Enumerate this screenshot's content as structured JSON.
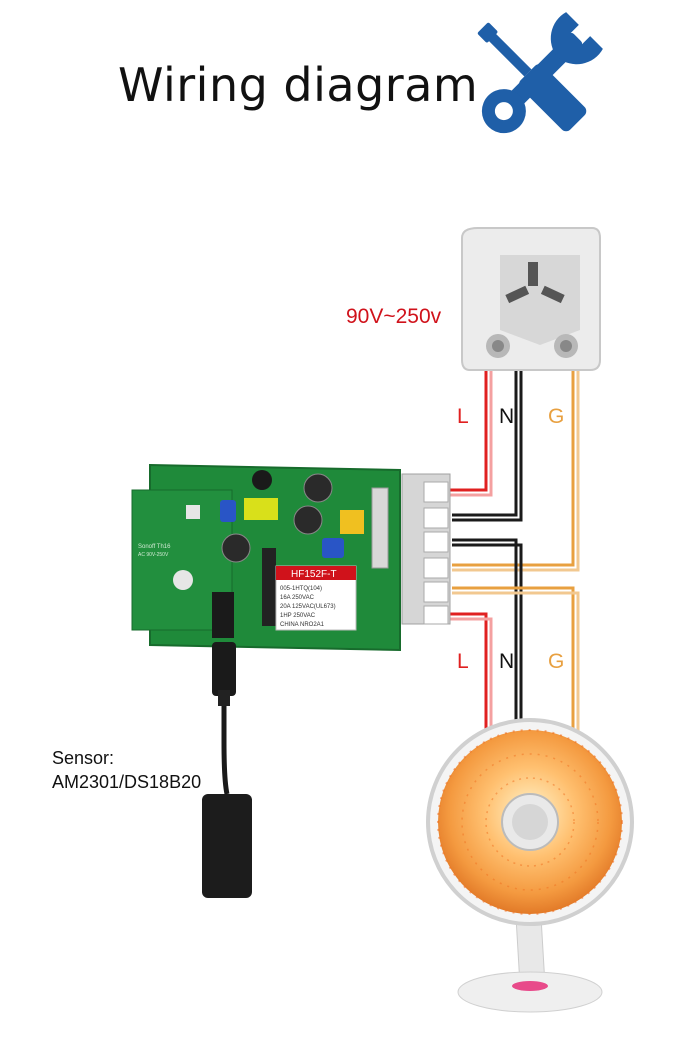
{
  "title": "Wiring diagram",
  "voltage": "90V~250v",
  "labels": {
    "live": "L",
    "neutral": "N",
    "ground": "G"
  },
  "sensor": {
    "heading": "Sensor:",
    "model": "AM2301/DS18B20"
  },
  "relay_markings": {
    "model": "HF152F-T",
    "line1": "005-1HTQ(104)",
    "line2": "16A 250VAC",
    "line3": "20A 125VAC(UL673)",
    "line4": "1HP 250VAC",
    "line5": "CHINA NRO2A1"
  },
  "board_markings": {
    "line1": "Sonoff Th16",
    "line2": "AC 90V-250V"
  },
  "colors": {
    "live": "#e02020",
    "neutral": "#1a1a1a",
    "ground": "#e8a040",
    "pcb": "#1f8a3a",
    "tool_icon": "#1f5fa8"
  },
  "icons": [
    "tools-icon"
  ]
}
